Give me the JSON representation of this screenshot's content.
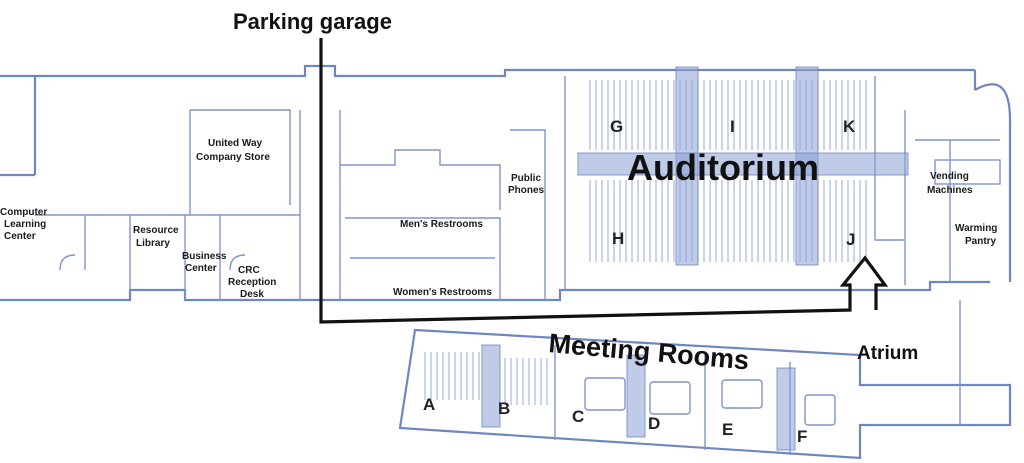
{
  "labels": {
    "parking_garage": "Parking garage",
    "auditorium": "Auditorium",
    "meeting_rooms": "Meeting Rooms",
    "atrium": "Atrium",
    "computer_learning_center": [
      "Computer",
      "Learning",
      "Center"
    ],
    "united_way_store": [
      "United Way",
      "Company Store"
    ],
    "resource_library": [
      "Resource",
      "Library"
    ],
    "business_center": [
      "Business",
      "Center"
    ],
    "crc_reception_desk": [
      "CRC",
      "Reception",
      "Desk"
    ],
    "mens_restrooms": "Men's Restrooms",
    "womens_restrooms": "Women's Restrooms",
    "public_phones": [
      "Public",
      "Phones"
    ],
    "vending_machines": [
      "Vending",
      "Machines"
    ],
    "warming_pantry": [
      "Warming",
      "Pantry"
    ]
  },
  "auditorium_sections": [
    "G",
    "I",
    "K",
    "H",
    "J"
  ],
  "meeting_room_letters": [
    "A",
    "B",
    "C",
    "D",
    "E",
    "F"
  ],
  "colors": {
    "wall": "#6f86c0",
    "aisle": "#8aa0d4",
    "route": "#111111"
  }
}
